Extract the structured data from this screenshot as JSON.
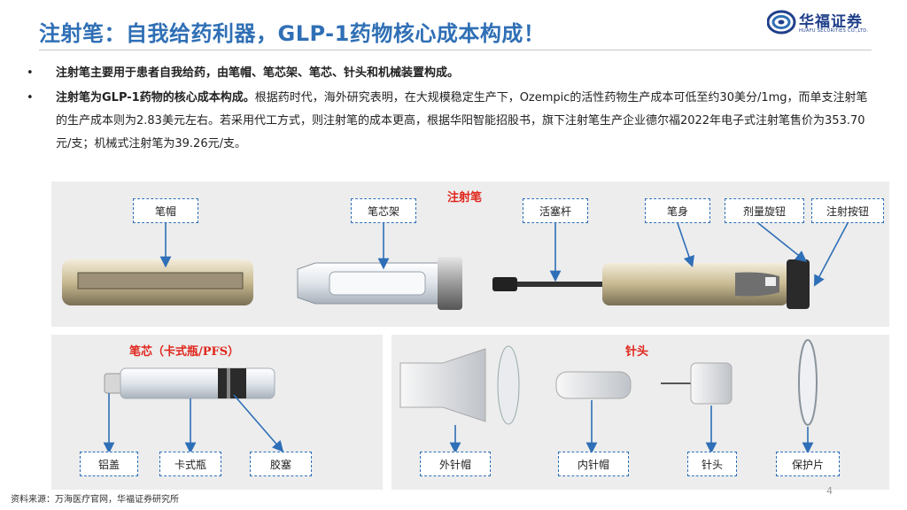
{
  "header": {
    "title": "注射笔：自我给药利器，GLP-1药物核心成本构成！",
    "logo_text": "华福证券",
    "logo_sub": "HUAFU SECURITIES CO.,LTD."
  },
  "bullets": [
    {
      "marker": "•",
      "bold": "注射笔主要用于患者自我给药，由笔帽、笔芯架、笔芯、针头和机械装置构成。",
      "rest": ""
    },
    {
      "marker": "•",
      "bold": "注射笔为GLP-1药物的核心成本构成。",
      "rest": "根据药时代，海外研究表明，在大规模稳定生产下，Ozempic的活性药物生产成本可低至约30美分/1mg，而单支注射笔的生产成本则为2.83美元左右。若采用代工方式，则注射笔的成本更高，根据华阳智能招股书，旗下注射笔生产企业德尔福2022年电子式注射笔售价为353.70元/支；机械式注射笔为39.26元/支。"
    }
  ],
  "diagram": {
    "pen_title": "注射笔",
    "pen_labels": [
      "笔帽",
      "笔芯架",
      "活塞杆",
      "笔身",
      "剂量旋钮",
      "注射按钮"
    ],
    "cartridge_title": "笔芯（卡式瓶/PFS）",
    "cartridge_labels": [
      "铝盖",
      "卡式瓶",
      "胶塞"
    ],
    "needle_title": "针头",
    "needle_labels": [
      "外针帽",
      "内针帽",
      "针头",
      "保护片"
    ]
  },
  "colors": {
    "title_blue": "#2f6fb5",
    "label_border": "#2e6fb7",
    "red": "#e0261c",
    "panel": "#ededed"
  },
  "footer": {
    "source": "资料来源：万海医疗官网，华福证券研究所",
    "page": "4"
  }
}
